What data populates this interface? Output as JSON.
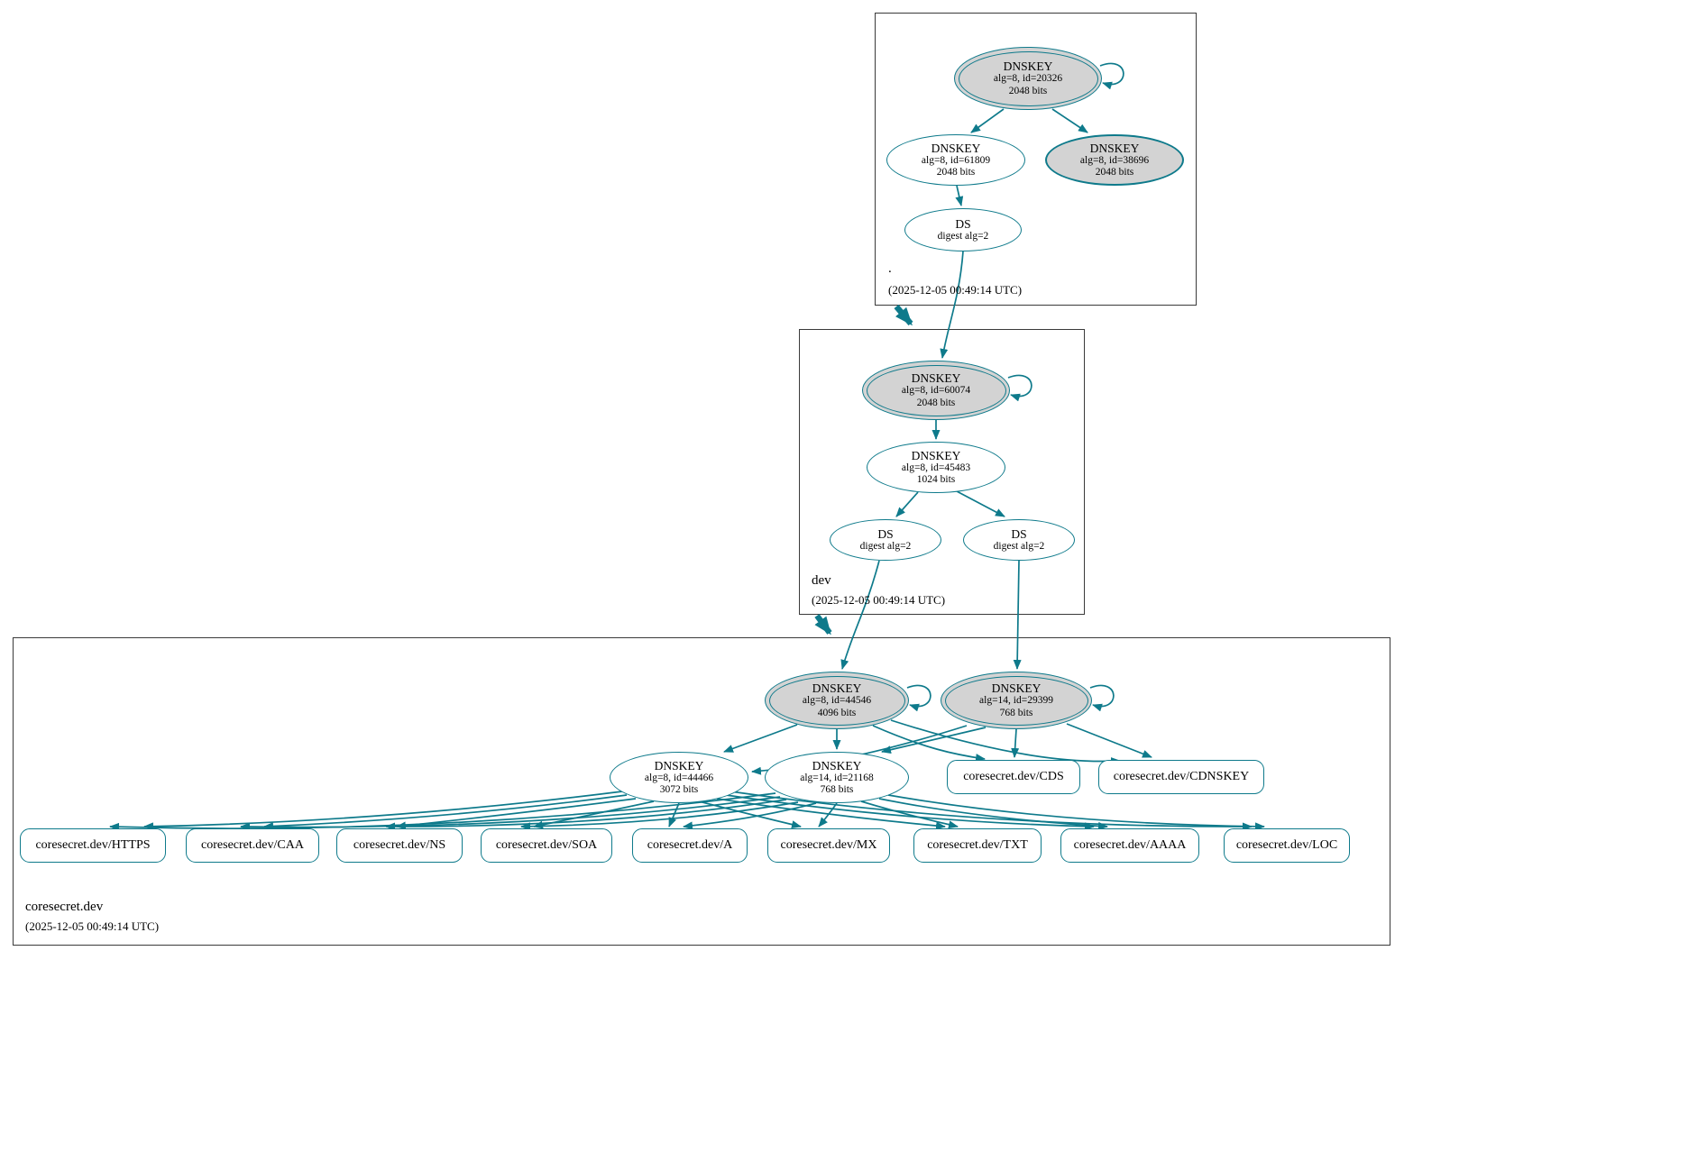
{
  "diagram_type": "dnssec-authentication-chain",
  "colors": {
    "edge_teal": "#0e7a8b",
    "node_fill_gray": "#d3d3d3",
    "node_fill_white": "#ffffff",
    "zone_border": "#3a3a3a"
  },
  "zones": {
    "root": {
      "name": ".",
      "timestamp": "(2025-12-05 00:49:14 UTC)",
      "nodes": {
        "ksk": {
          "type": "DNSKEY",
          "line2": "alg=8, id=20326",
          "line3": "2048 bits"
        },
        "zsk": {
          "type": "DNSKEY",
          "line2": "alg=8, id=61809",
          "line3": "2048 bits"
        },
        "ksk2": {
          "type": "DNSKEY",
          "line2": "alg=8, id=38696",
          "line3": "2048 bits"
        },
        "ds": {
          "type": "DS",
          "line2": "digest alg=2"
        }
      }
    },
    "dev": {
      "name": "dev",
      "timestamp": "(2025-12-05 00:49:14 UTC)",
      "nodes": {
        "ksk": {
          "type": "DNSKEY",
          "line2": "alg=8, id=60074",
          "line3": "2048 bits"
        },
        "zsk": {
          "type": "DNSKEY",
          "line2": "alg=8, id=45483",
          "line3": "1024 bits"
        },
        "ds1": {
          "type": "DS",
          "line2": "digest alg=2"
        },
        "ds2": {
          "type": "DS",
          "line2": "digest alg=2"
        }
      }
    },
    "coresecret": {
      "name": "coresecret.dev",
      "timestamp": "(2025-12-05 00:49:14 UTC)",
      "nodes": {
        "ksk1": {
          "type": "DNSKEY",
          "line2": "alg=8, id=44546",
          "line3": "4096 bits"
        },
        "ksk2": {
          "type": "DNSKEY",
          "line2": "alg=14, id=29399",
          "line3": "768 bits"
        },
        "zsk1": {
          "type": "DNSKEY",
          "line2": "alg=8, id=44466",
          "line3": "3072 bits"
        },
        "zsk2": {
          "type": "DNSKEY",
          "line2": "alg=14, id=21168",
          "line3": "768 bits"
        },
        "cds": {
          "label": "coresecret.dev/CDS"
        },
        "cdnskey": {
          "label": "coresecret.dev/CDNSKEY"
        },
        "rrsets": [
          "coresecret.dev/HTTPS",
          "coresecret.dev/CAA",
          "coresecret.dev/NS",
          "coresecret.dev/SOA",
          "coresecret.dev/A",
          "coresecret.dev/MX",
          "coresecret.dev/TXT",
          "coresecret.dev/AAAA",
          "coresecret.dev/LOC"
        ]
      }
    }
  }
}
